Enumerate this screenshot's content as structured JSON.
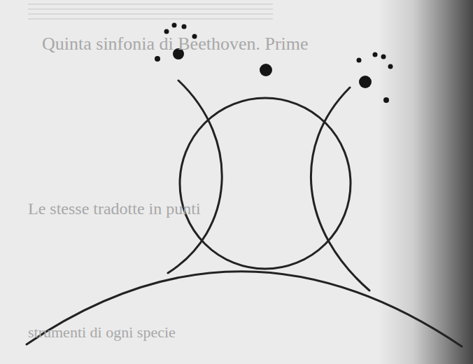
{
  "diagram": {
    "labels": [
      "Quinta sinfonia di Beethoven. Prime",
      "Le stesse tradotte in punti",
      "strumenti di ogni specie"
    ]
  }
}
